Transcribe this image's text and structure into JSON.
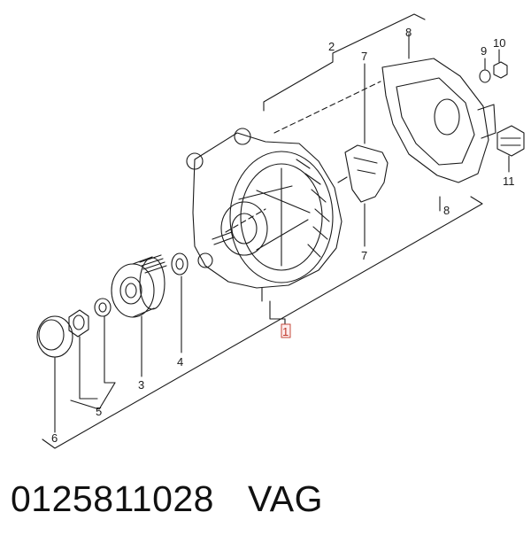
{
  "callouts": {
    "c1": "1",
    "c2": "2",
    "c3": "3",
    "c4": "4",
    "c5": "5",
    "c6": "6",
    "c7a": "7",
    "c7b": "7",
    "c8a": "8",
    "c8b": "8",
    "c9": "9",
    "c10": "10",
    "c11": "11"
  },
  "caption": {
    "part_number": "0125811028",
    "brand": "VAG"
  },
  "colors": {
    "line": "#1a1a1a",
    "highlight": "#c0392b"
  }
}
